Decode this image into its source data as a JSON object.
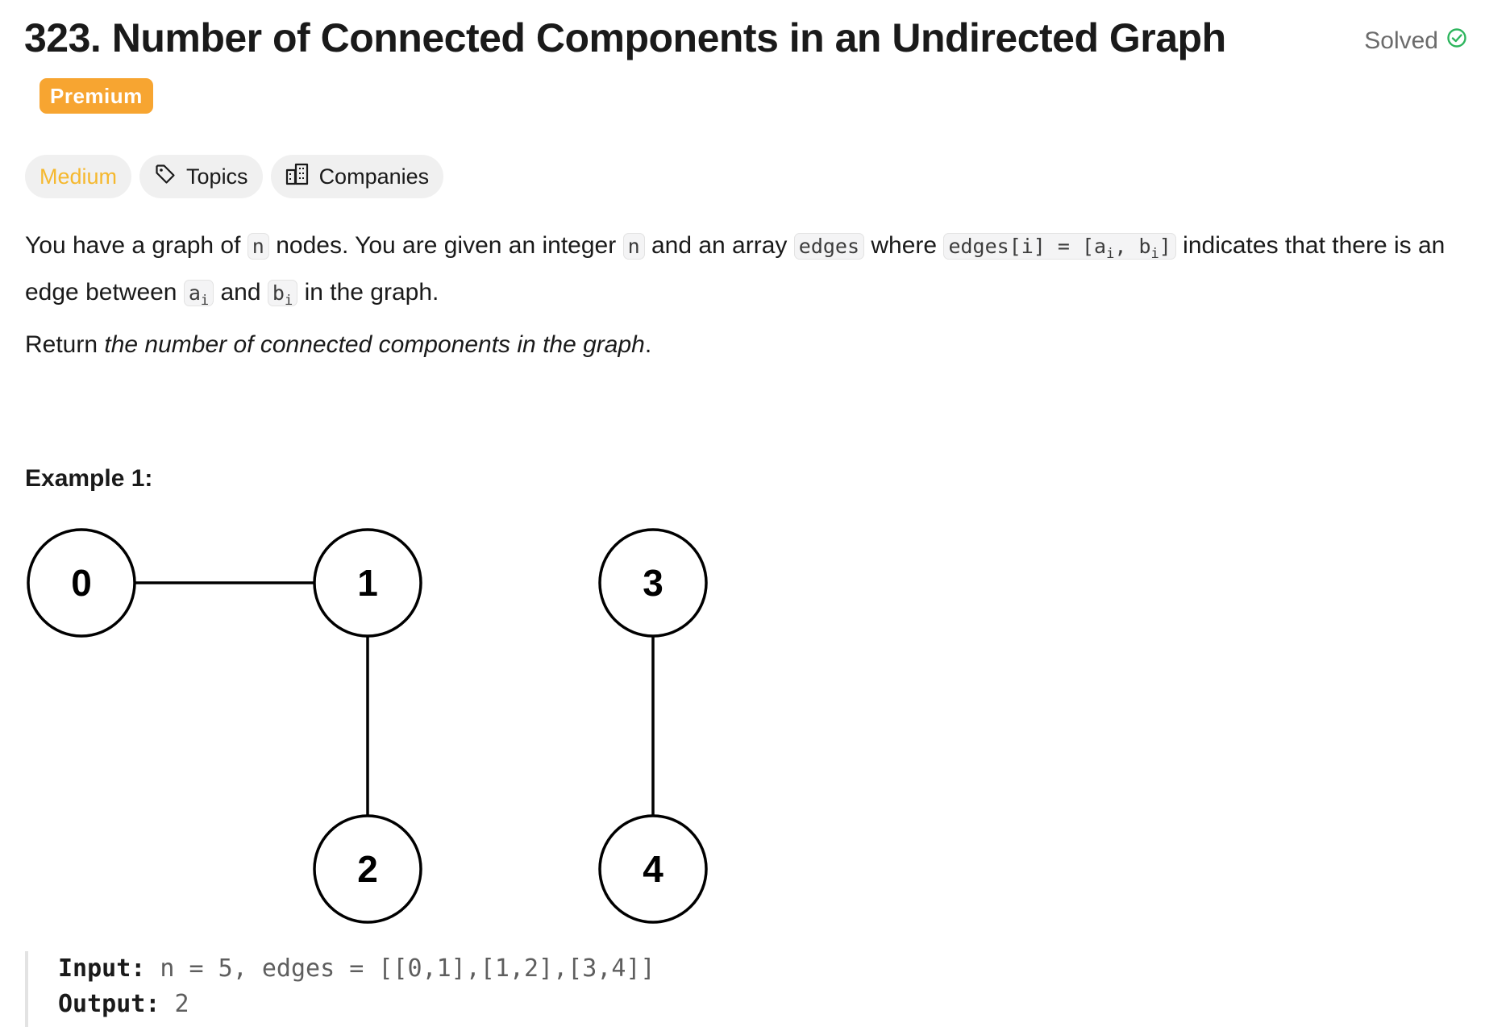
{
  "problem": {
    "title": "323. Number of Connected Components in an Undirected Graph",
    "status": "Solved",
    "premium_label": "Premium"
  },
  "tags": {
    "difficulty": "Medium",
    "topics": "Topics",
    "companies": "Companies"
  },
  "description": {
    "p1_before_n": "You have a graph of",
    "n1": "n",
    "p1_after_n": "nodes. You are given an integer",
    "n2": "n",
    "p1_and_array": "and an array",
    "edges_code": "edges",
    "p1_where": "where",
    "edges_i_code": "edges[i] = [a",
    "sub_i_1": "i",
    "comma_b": ", b",
    "sub_i_2": "i",
    "close_bracket": "]",
    "p1_indicates": "indicates that there is an edge between",
    "a_code": "a",
    "sub_i_3": "i",
    "p1_and": "and",
    "b_code": "b",
    "sub_i_4": "i",
    "p1_end": "in the graph.",
    "return_prefix": "Return",
    "return_italic": "the number of connected components in the graph",
    "return_suffix": "."
  },
  "example1": {
    "title": "Example 1:",
    "graph": {
      "nodes": [
        "0",
        "1",
        "2",
        "3",
        "4"
      ],
      "edges": [
        [
          "0",
          "1"
        ],
        [
          "1",
          "2"
        ],
        [
          "3",
          "4"
        ]
      ]
    },
    "input_label": "Input:",
    "input_value": " n = 5, edges = [[0,1],[1,2],[3,4]]",
    "output_label": "Output:",
    "output_value": " 2"
  },
  "icons": [
    "check-circle-icon",
    "tag-icon",
    "companies-icon"
  ],
  "colors": {
    "premium": "#f7a531",
    "medium": "#f5b82e",
    "solved_check": "#2db55d"
  }
}
